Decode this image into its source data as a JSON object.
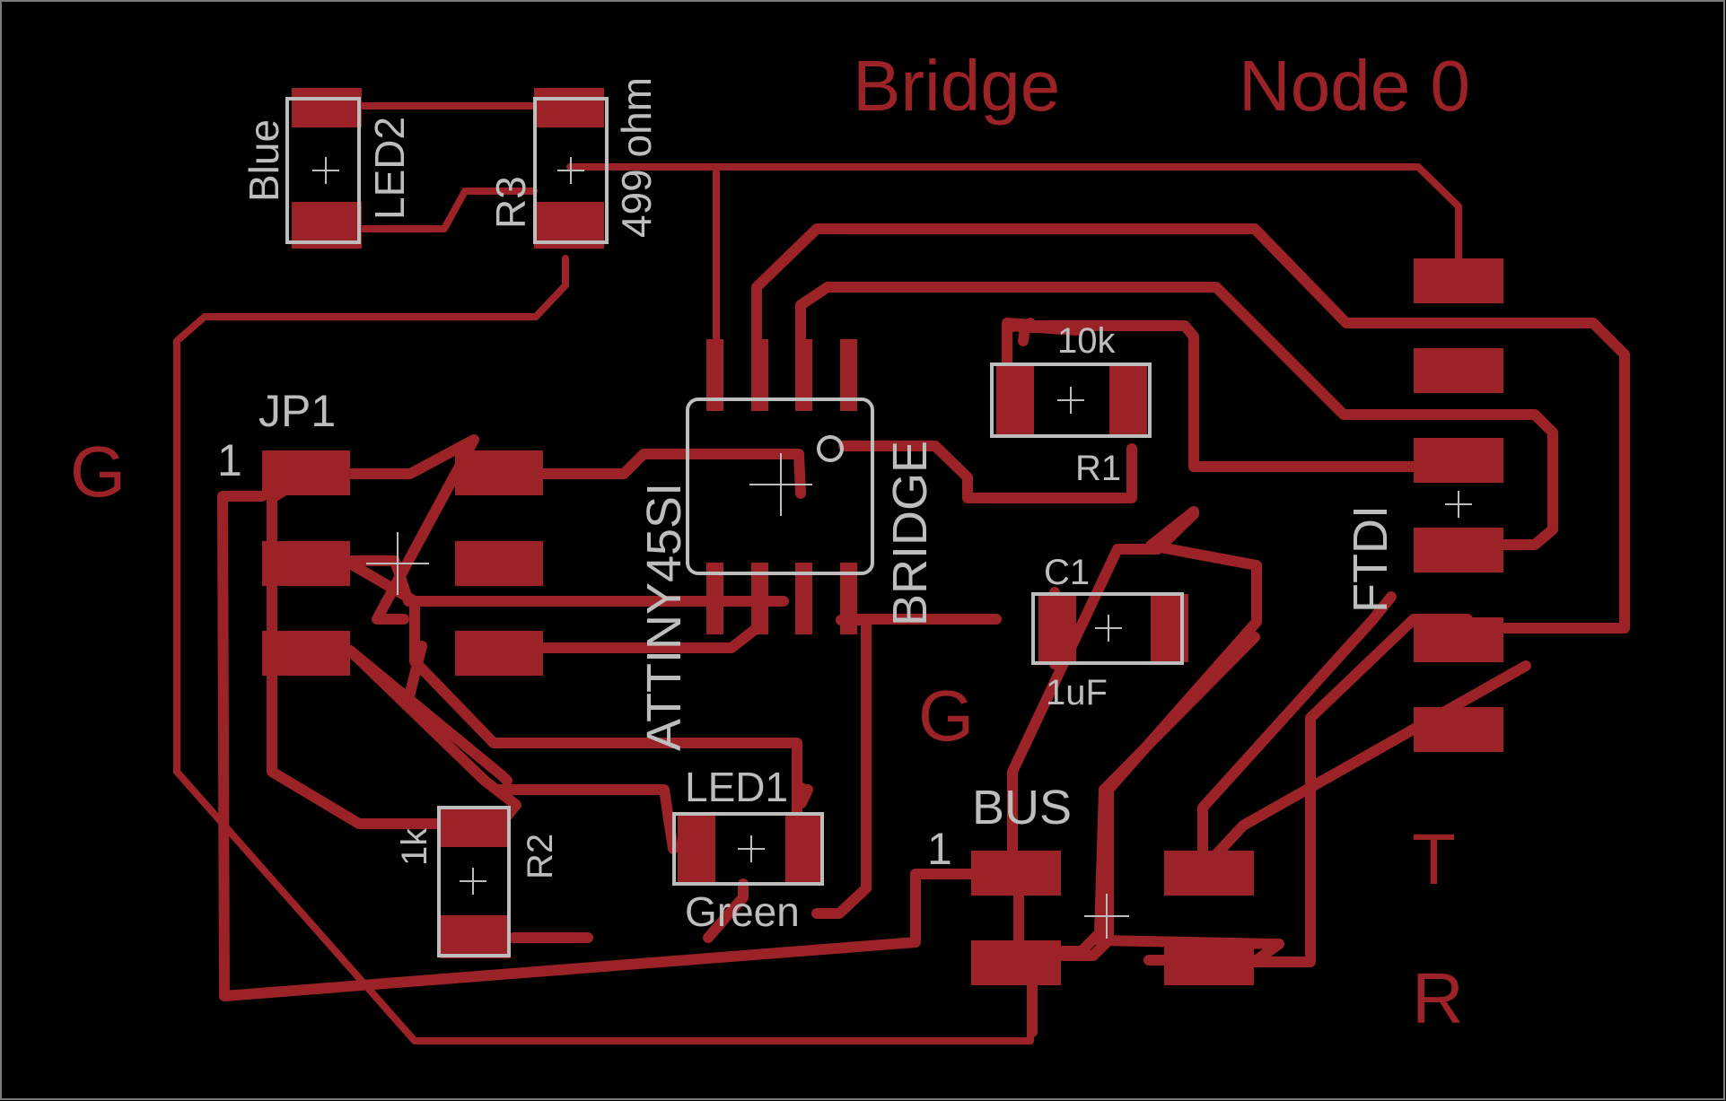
{
  "colors": {
    "background": "#000000",
    "copper": "#9b2226",
    "silkscreen": "#bdbdbd",
    "board_edge": "#7a7a7a"
  },
  "text": {
    "bridge": "Bridge",
    "node": "Node 0",
    "g_left": "G",
    "g_mid": "G",
    "t": "T",
    "r": "R"
  },
  "components": {
    "led2": {
      "ref": "LED2",
      "value": "Blue"
    },
    "r3": {
      "ref": "R3",
      "value": "499 ohm"
    },
    "jp1": {
      "ref": "JP1",
      "pin1": "1"
    },
    "ic": {
      "ref": "BRIDGE",
      "value": "ATTINY45SI"
    },
    "r1": {
      "ref": "R1",
      "value": "10k"
    },
    "c1": {
      "ref": "C1",
      "value": "1uF"
    },
    "ftdi": {
      "ref": "FTDI"
    },
    "bus": {
      "ref": "BUS",
      "pin1": "1"
    },
    "r2": {
      "ref": "R2",
      "value": "1k"
    },
    "led1": {
      "ref": "LED1",
      "value": "Green"
    }
  }
}
